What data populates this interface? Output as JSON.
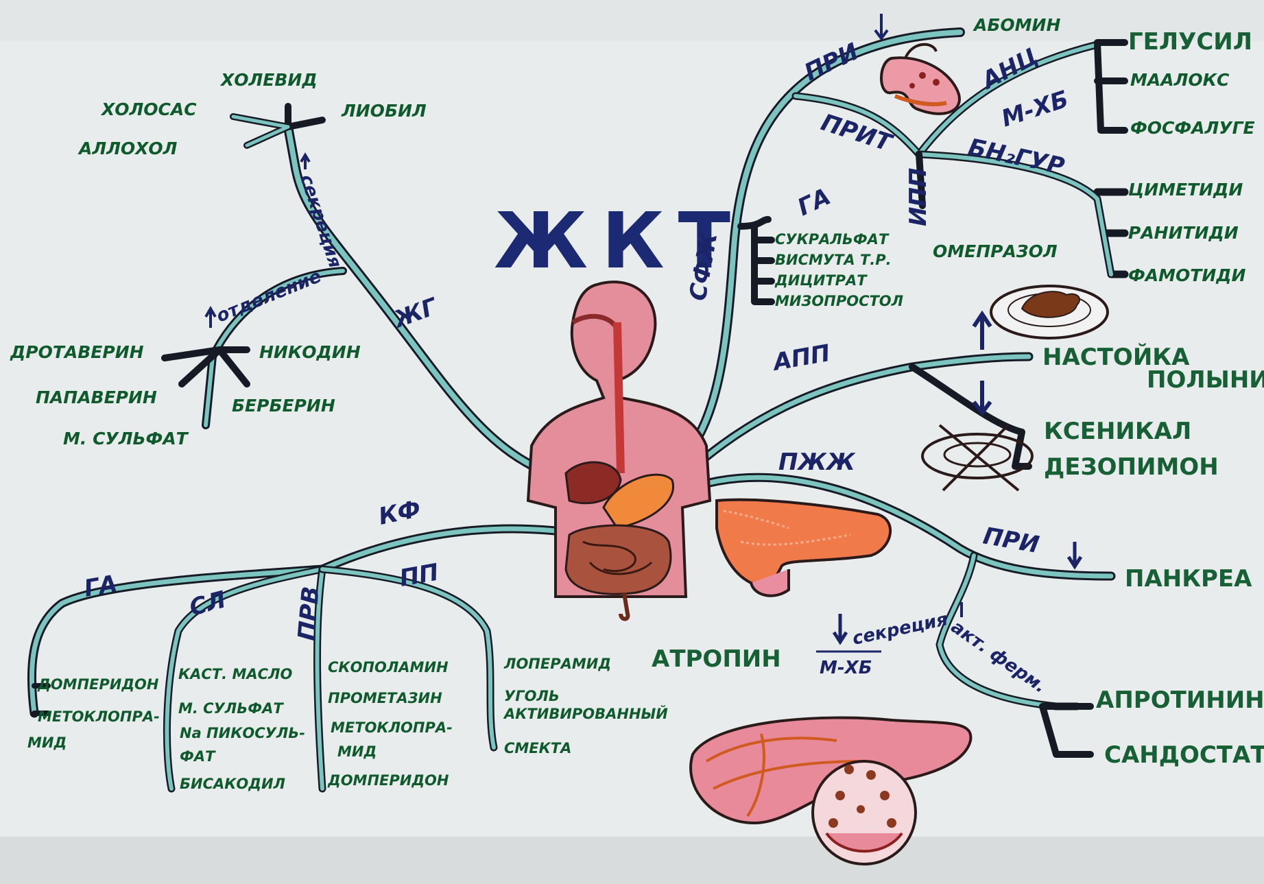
{
  "title": "ЖКТ",
  "colors": {
    "paper": "#e9ecec",
    "branch_teal": "#7cc4c0",
    "outline": "#161a24",
    "drug_text": "#0f5a2c",
    "branch_text": "#1a2466",
    "organ_pink": "#e48e9c",
    "organ_orange": "#f08a3a"
  },
  "icons": [
    "human-digestive-system-icon",
    "stomach-icon",
    "pancreas-icon",
    "pancreatic-lobule-icon",
    "food-plate-icon",
    "crossed-plate-icon",
    "arrow-up-icon",
    "arrow-down-icon"
  ],
  "bile": {
    "branch": "ЖГ",
    "sub_up": "секреция",
    "sub_down": "отделение",
    "secretion_drugs": [
      "ХОЛЕВИД",
      "ХОЛОСАС",
      "ЛИОБИЛ",
      "АЛЛОХОЛ"
    ],
    "excretion_drugs": [
      "ДРОТАВЕРИН",
      "НИКОДИН",
      "ПАПАВЕРИН",
      "БЕРБЕРИН",
      "М. СУЛЬФАТ"
    ]
  },
  "stomach": {
    "main": "СФЖ",
    "pri": "ПРИ",
    "pri_drug": "АБОМИН",
    "prim": "ПРИТ",
    "antacid": "АНЦ",
    "antacid_drugs": [
      "ГЕЛУСИЛ",
      "МААЛОКС",
      "ФОСФАЛУГЕ"
    ],
    "mxb": "М-ХБ",
    "h2": "БН₂ГУР",
    "h2_drugs": [
      "ЦИМЕТИДИ",
      "РАНИТИДИ",
      "ФАМОТИДИ"
    ],
    "ipp": "ИПП",
    "ipp_drug": "ОМЕПРАЗОЛ",
    "ga": "ГА",
    "ga_drugs": [
      "СУКРАЛЬФАТ",
      "ВИСМУТА Т.Р.",
      "ДИЦИТРАТ",
      "МИЗОПРОСТОЛ"
    ]
  },
  "appetite": {
    "branch": "АПП",
    "up_drug": [
      "НАСТОЙКА",
      "ПОЛЫНИ"
    ],
    "down_drugs": [
      "КСЕНИКАЛ",
      "ДЕЗОПИМОН"
    ]
  },
  "pancreas": {
    "branch": "ПЖЖ",
    "pri": "ПРИ",
    "pri_drug": "ПАНКРЕА",
    "secretion": "секреция",
    "secretion_sub": "М-ХБ",
    "enzyme": "акт. ферм.",
    "drugs": [
      "АПРОТИНИН",
      "САНДОСТАТ"
    ]
  },
  "intestine": {
    "branch": "КФ",
    "ga": "ГА",
    "ga_drugs": [
      "ДОМПЕРИДОН",
      "МЕТОКЛОПРА-",
      "МИД"
    ],
    "sl": "СЛ",
    "sl_drugs": [
      "КАСТ. МАСЛО",
      "М. СУЛЬФАТ",
      "Na ПИКОСУЛЬ-",
      "ФАТ",
      "БИСАКОДИЛ"
    ],
    "prb": "ПРВ",
    "prb_drugs": [
      "СКОПОЛАМИН",
      "ПРОМЕТАЗИН",
      "МЕТОКЛОПРА-",
      "МИД",
      "ДОМПЕРИДОН"
    ],
    "pp": "ПП",
    "pp_drugs": [
      "ЛОПЕРАМИД",
      "УГОЛЬ",
      "АКТИВИРОВАННЫЙ",
      "СМЕКТА"
    ],
    "atropine": "АТРОПИН"
  }
}
